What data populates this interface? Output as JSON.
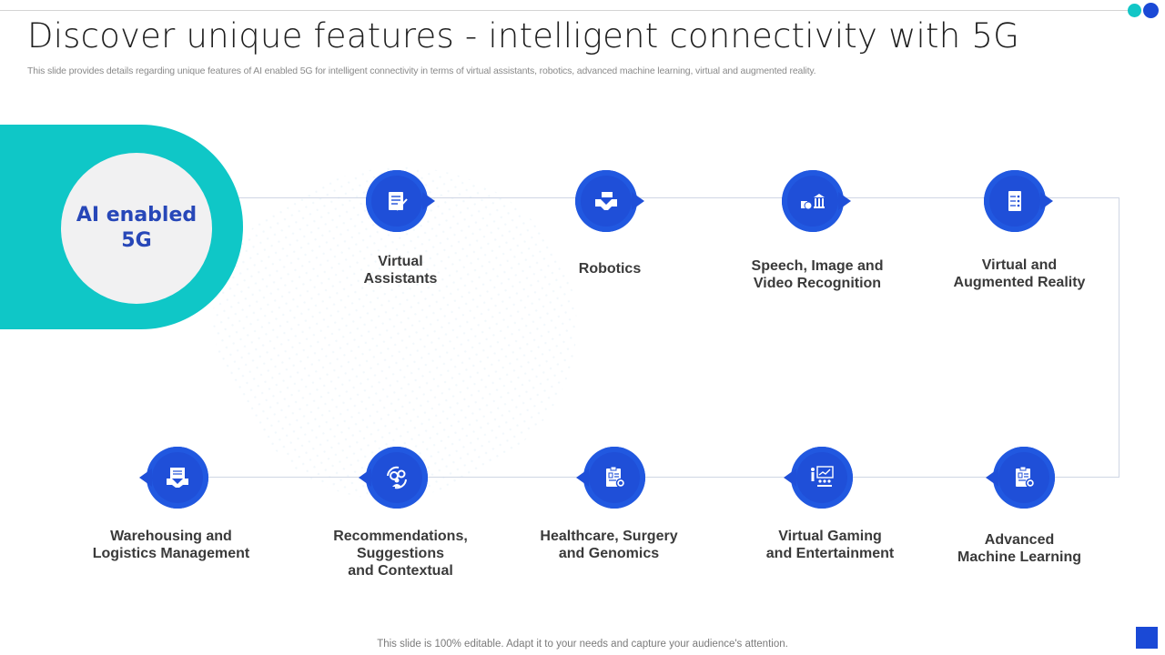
{
  "slide": {
    "title": "Discover unique features - intelligent connectivity with 5G",
    "subtitle": "This slide provides details regarding unique features of AI  enabled 5G for intelligent connectivity in terms of virtual assistants, robotics, advanced machine learning, virtual and augmented reality.",
    "footer": "This slide is 100% editable. Adapt it to your needs and capture your audience's attention.",
    "colors": {
      "teal": "#0fc7c7",
      "blue": "#1f4fd8",
      "hub_text": "#2747b8",
      "label_text": "#3a3a3a",
      "connector": "#cfd6e4"
    }
  },
  "hub": {
    "label": "AI enabled\n5G"
  },
  "top_row": [
    {
      "label": "Virtual\nAssistants",
      "icon": "document-edit-icon"
    },
    {
      "label": "Robotics",
      "icon": "handshake-money-icon"
    },
    {
      "label": "Speech, Image and\nVideo Recognition",
      "icon": "coins-bank-icon"
    },
    {
      "label": "Virtual and\nAugmented Reality",
      "icon": "checklist-document-icon"
    }
  ],
  "bottom_row": [
    {
      "label": "Warehousing and\nLogistics Management",
      "icon": "contract-handshake-icon"
    },
    {
      "label": "Recommendations,\nSuggestions\nand Contextual",
      "icon": "gears-user-cycle-icon"
    },
    {
      "label": "Healthcare, Surgery\nand Genomics",
      "icon": "clipboard-gear-icon"
    },
    {
      "label": "Virtual Gaming\nand Entertainment",
      "icon": "presentation-audience-icon"
    },
    {
      "label": "Advanced\nMachine Learning",
      "icon": "clipboard-gear-icon"
    }
  ]
}
